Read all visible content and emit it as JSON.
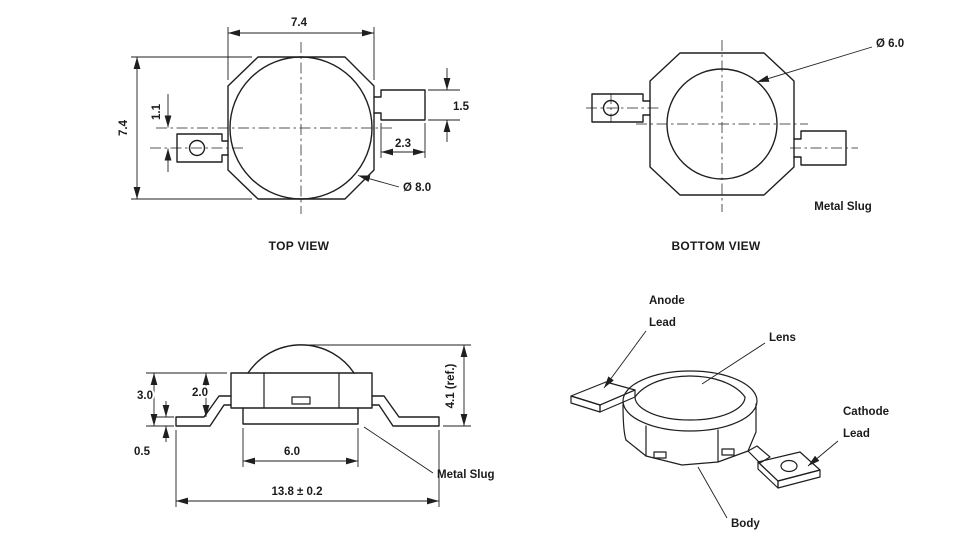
{
  "page": {
    "background": "#ffffff",
    "ink": "#1f1f1f"
  },
  "top_view": {
    "title": "TOP VIEW",
    "dim_overall_width": "7.4",
    "dim_overall_height": "7.4",
    "dim_lead_offset": "1.1",
    "dim_lead_width": "1.5",
    "dim_lead_length": "2.3",
    "dim_lens_diameter": "Ø 8.0"
  },
  "bottom_view": {
    "title": "BOTTOM VIEW",
    "dim_slug_diameter": "Ø 6.0",
    "metal_slug_label": "Metal Slug"
  },
  "side_view": {
    "dim_body_height": "3.0",
    "dim_lens_base_height": "2.0",
    "dim_lead_thickness": "0.5",
    "dim_slug_width": "6.0",
    "dim_overall_width": "13.8 ± 0.2",
    "dim_overall_height": "4.1 (ref.)",
    "metal_slug_label": "Metal Slug"
  },
  "iso_view": {
    "anode_label_line1": "Anode",
    "anode_label_line2": "Lead",
    "lens_label": "Lens",
    "cathode_label_line1": "Cathode",
    "cathode_label_line2": "Lead",
    "body_label": "Body"
  }
}
